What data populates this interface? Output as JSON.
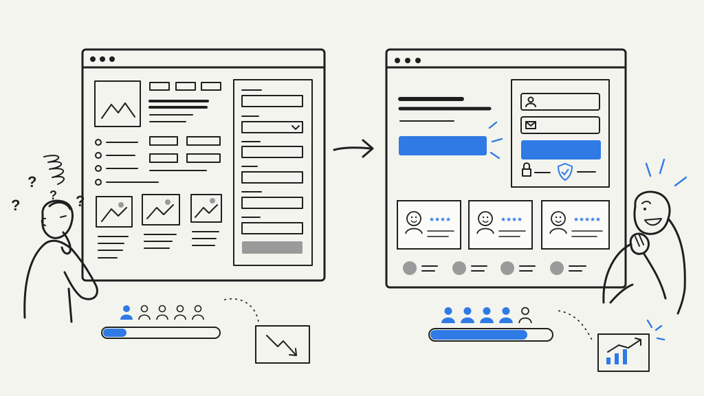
{
  "colors": {
    "background": "#f3f4ee",
    "ink": "#1f1f1f",
    "accent": "#2f7ae5",
    "muted": "#9a9a9a",
    "paper": "#fbfbf8"
  },
  "left_side": {
    "state": "cluttered",
    "thought_marks": [
      "?",
      "?",
      "?",
      "?"
    ],
    "users_active": 1,
    "users_total": 5,
    "progress": 0.2,
    "trend": "down"
  },
  "right_side": {
    "state": "clean",
    "users_active": 4,
    "users_total": 5,
    "progress": 0.8,
    "trend": "up",
    "testimonial_stars": [
      4,
      4,
      5
    ]
  },
  "icons": {
    "transition_arrow": "arrow-right-icon",
    "user_field": "user-icon",
    "email_field": "envelope-icon",
    "lock": "lock-icon",
    "shield": "shield-check-icon",
    "chart_down": "trend-down-icon",
    "chart_up": "trend-up-icon",
    "star": "star-icon",
    "person": "person-icon"
  }
}
